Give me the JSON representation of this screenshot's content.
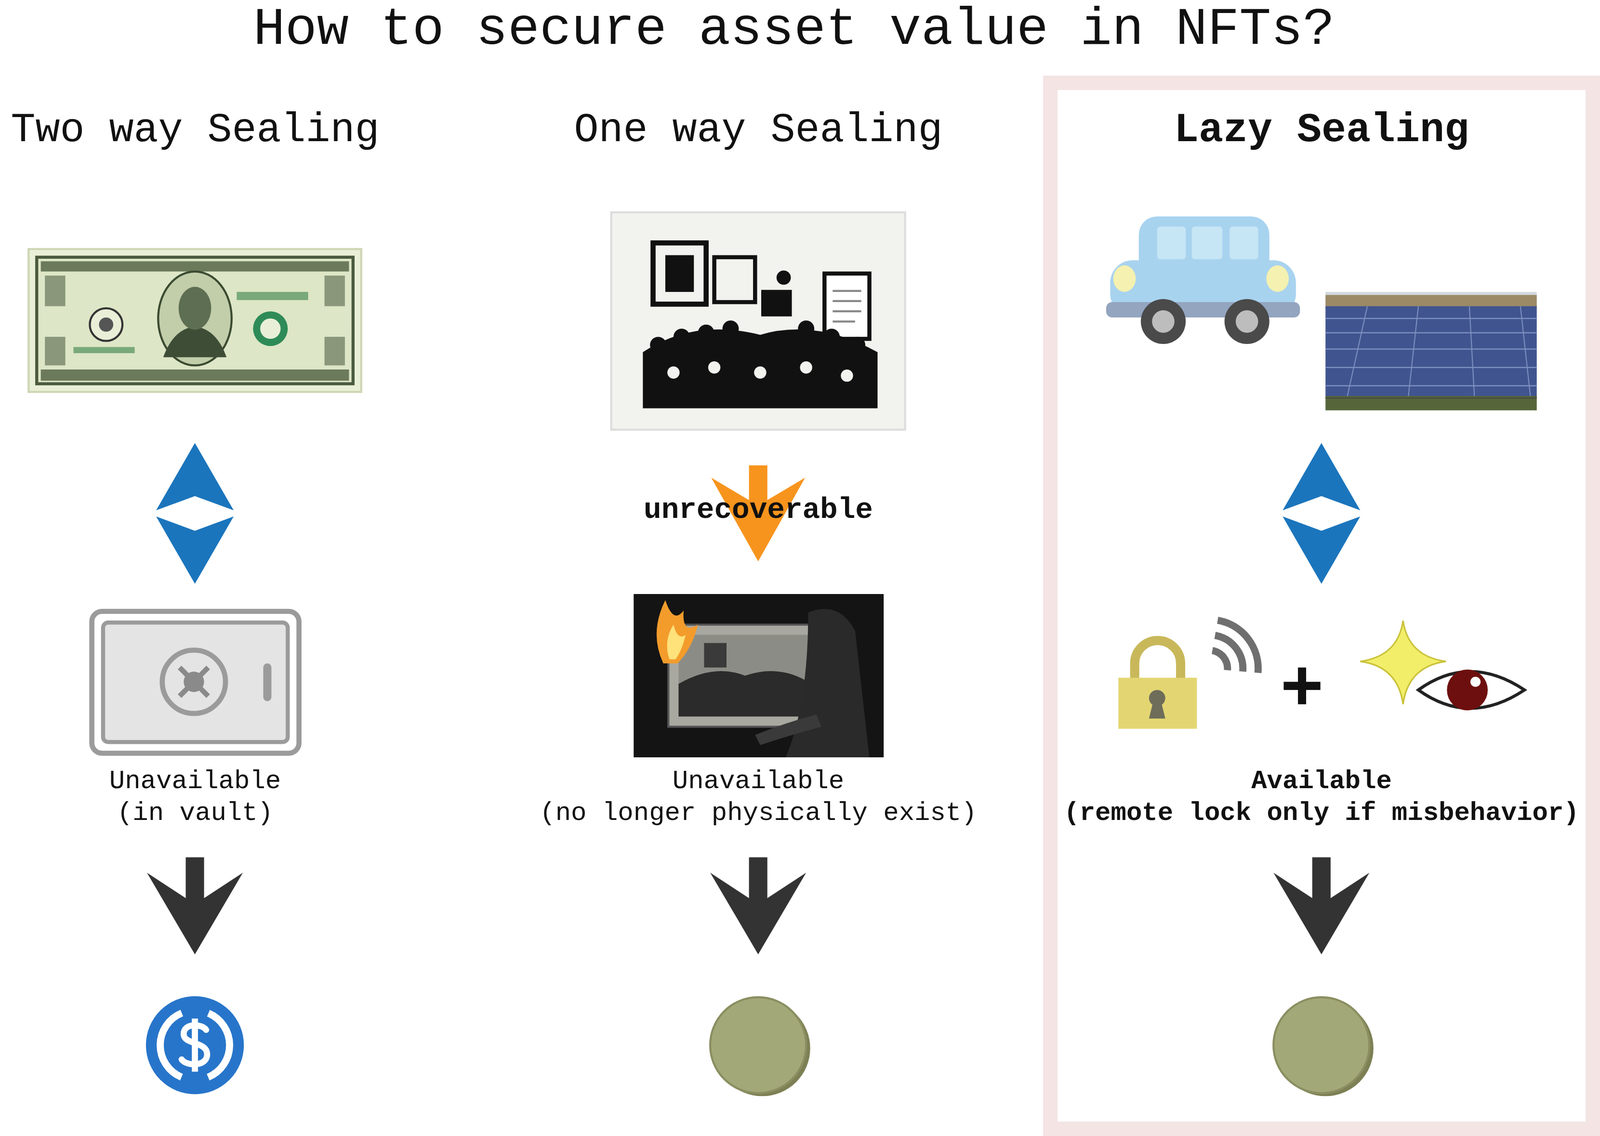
{
  "diagram": {
    "title": "How to secure asset value in NFTs?",
    "nodes": [
      {
        "text": [
          "Unavailable",
          "(in vault)"
        ]
      },
      {
        "text": [
          "Unavailable",
          "(no longer physically exist)"
        ]
      },
      {
        "text": [
          "Lazy Sealing"
        ]
      },
      {
        "text": [
          "Available",
          "(remote lock only if misbehavior)"
        ],
        "in": 2
      }
    ],
    "labels": [
      "Two way Sealing",
      "One way Sealing",
      "unrecoverable"
    ]
  }
}
